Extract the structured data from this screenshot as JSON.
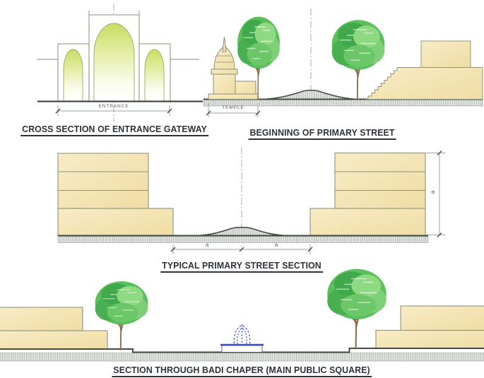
{
  "document": {
    "background": "#ffffff",
    "type_note": "architectural street-section sheet with four drawings"
  },
  "palette": {
    "building_fill": "#f4e4b2",
    "building_outline": "#8b9480",
    "arch_glow": "#cbde66",
    "tree_green_dark": "#3fa94c",
    "tree_green_light": "#8fd983",
    "trunk_brown": "#8d6e4c",
    "ground_line": "#454a45",
    "hatch_line": "#aab4aa",
    "fountain_blue": "#3c50cf",
    "dimension_gray": "#6b7280",
    "text_dark": "#2e3338"
  },
  "sections": {
    "gateway": {
      "title": "CROSS SECTION OF ENTRANCE GATEWAY",
      "entrance_label": "ENTRANCE"
    },
    "street_beginning": {
      "title": "BEGINNING OF PRIMARY STREET",
      "temple_label": "TEMPLE"
    },
    "street_typical": {
      "title": "TYPICAL PRIMARY STREET SECTION",
      "dim_half_left": "a",
      "dim_half_right": "a",
      "dim_height": "a"
    },
    "badi_chaper": {
      "title": "SECTION THROUGH BADI CHAPER (MAIN PUBLIC SQUARE)"
    }
  }
}
